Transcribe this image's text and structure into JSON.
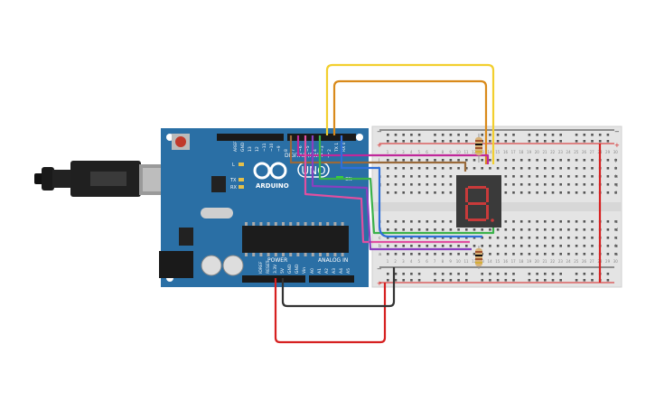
{
  "arduino": {
    "brand": "ARDUINO",
    "model": "UNO",
    "digital_header": "DIGITAL (PWM~)",
    "on_led": "ON",
    "tx": "TX",
    "rx": "RX",
    "l": "L",
    "power": "POWER",
    "analog_in": "ANALOG IN",
    "aref": "AREF",
    "gnd": "GND",
    "digital_pins": [
      "13",
      "12",
      "~11",
      "~10",
      "~9",
      "8",
      "7",
      "~6",
      "~5",
      "4",
      "~3",
      "2",
      "TX 1",
      "RX 0"
    ],
    "power_pins": [
      "IOREF",
      "RESET",
      "3.3V",
      "5V",
      "GND",
      "GND",
      "Vin"
    ],
    "analog_pins": [
      "A0",
      "A1",
      "A2",
      "A3",
      "A4",
      "A5"
    ]
  },
  "breadboard": {
    "rail_minus": "−",
    "rail_plus": "+",
    "rows_top": [
      "j",
      "i",
      "h",
      "g",
      "f"
    ],
    "rows_bottom": [
      "e",
      "d",
      "c",
      "b",
      "a"
    ],
    "columns": [
      "1",
      "2",
      "3",
      "4",
      "5",
      "6",
      "7",
      "8",
      "9",
      "10",
      "11",
      "12",
      "13",
      "14",
      "15",
      "16",
      "17",
      "18",
      "19",
      "20",
      "21",
      "22",
      "23",
      "24",
      "25",
      "26",
      "27",
      "28",
      "29",
      "30"
    ]
  },
  "display": {
    "digit": "8."
  },
  "colors": {
    "board_blue": "#2a6fa5",
    "breadboard": "#e4e4e4",
    "wire_yellow": "#f2cf2f",
    "wire_orange": "#d98a1b",
    "wire_red": "#d62020",
    "wire_black": "#333333",
    "wire_magenta": "#c0289a",
    "wire_purple": "#8a3fbf",
    "wire_green": "#3bb24a",
    "wire_brown": "#9a6a3a",
    "wire_blue": "#2f6fd8",
    "wire_pink": "#e04fa0",
    "segment_red": "#e23b3b"
  }
}
